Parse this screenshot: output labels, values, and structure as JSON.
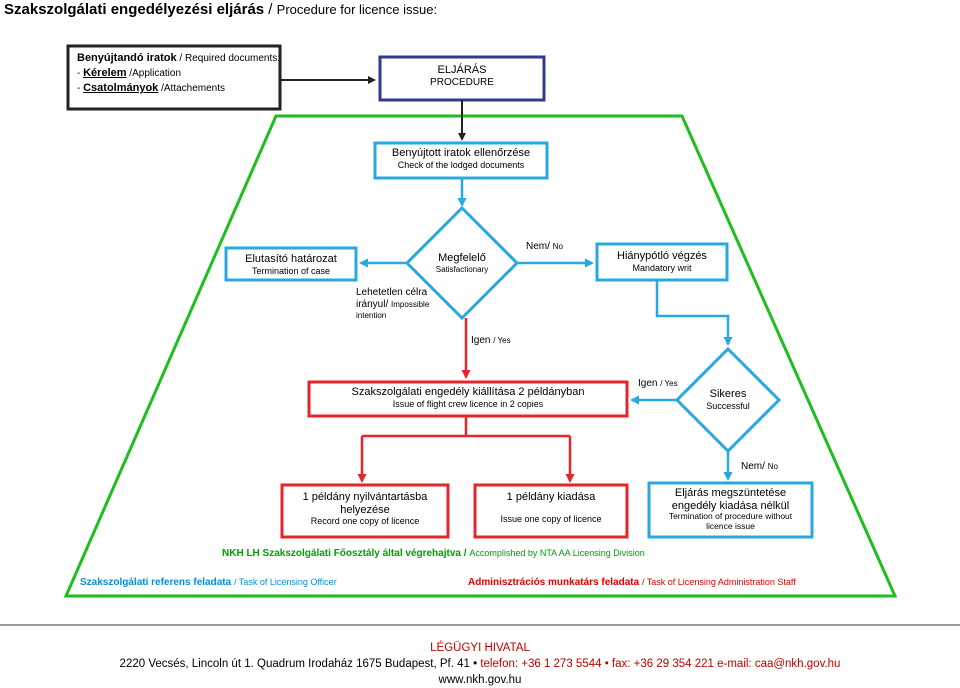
{
  "title": {
    "hu": "Szakszolgálati engedélyezési eljárás",
    "sep": " / ",
    "en": "Procedure for licence issue:"
  },
  "required": {
    "head_hu": "Benyújtandó iratok",
    "head_en": "Required documents:",
    "item1_hu": "Kérelem",
    "item1_en": "Application",
    "item2_hu": "Csatolmányok",
    "item2_en": "Attachements"
  },
  "procedure": {
    "hu": "ELJÁRÁS",
    "en": "PROCEDURE"
  },
  "check": {
    "hu": "Benyújtott iratok ellenőrzése",
    "en": "Check of the lodged documents"
  },
  "decision": {
    "hu": "Megfelelő",
    "en": "Satisfactionary"
  },
  "reject": {
    "hu": "Elutasító határozat",
    "en": "Termination of case"
  },
  "impossible": {
    "hu1": "Lehetetlen célra",
    "hu2": "irányul/",
    "en1": "Impossible",
    "en2": "intention"
  },
  "no1": {
    "hu": "Nem/",
    "en": "No"
  },
  "deficiency": {
    "hu": "Hiánypótló végzés",
    "en": "Mandatory writ"
  },
  "yes1": {
    "hu": "Igen",
    "en": "/ Yes"
  },
  "issue": {
    "hu": "Szakszolgálati engedély kiállítása 2 példányban",
    "en": "Issue of flight crew licence in 2 copies"
  },
  "yes2": {
    "hu": "Igen",
    "en": "/ Yes"
  },
  "success": {
    "hu": "Sikeres",
    "en": "Successful"
  },
  "no2": {
    "hu": "Nem/",
    "en": "No"
  },
  "record": {
    "hu1": "1 példány nyilvántartásba",
    "hu2": "helyezése",
    "en": "Record one copy of licence"
  },
  "give": {
    "hu": "1 példány kiadása",
    "en": "Issue one copy of licence"
  },
  "terminate": {
    "hu1": "Eljárás megszüntetése",
    "hu2": "engedély kiadása nélkül",
    "en1": "Termination of procedure without",
    "en2": "licence issue"
  },
  "executed": {
    "hu": "NKH LH Szakszolgálati Főosztály által végrehajtva /",
    "en": "Accomplished by NTA AA Licensing Division"
  },
  "officer": {
    "hu": "Szakszolgálati referens feladata",
    "en": "/ Task of Licensing Officer"
  },
  "staff": {
    "hu": "Adminisztrációs munkatárs feladata",
    "en": "/ Task of Licensing Administration Staff"
  },
  "footer": {
    "org": "LÉGÜGYI HIVATAL",
    "address": "2220 Vecsés, Lincoln út 1. Quadrum Irodaház 1675 Budapest, Pf. 41 •",
    "phone": "telefon: +36 1 273 5544 • fax: +36 29 354 221",
    "email": "e-mail: caa@nkh.gov.hu",
    "web": "www.nkh.gov.hu"
  },
  "colors": {
    "blue": "#29a8e0",
    "red": "#e3262b",
    "green": "#1fbe1f",
    "dark": "#222222",
    "navy": "#303a8a"
  }
}
